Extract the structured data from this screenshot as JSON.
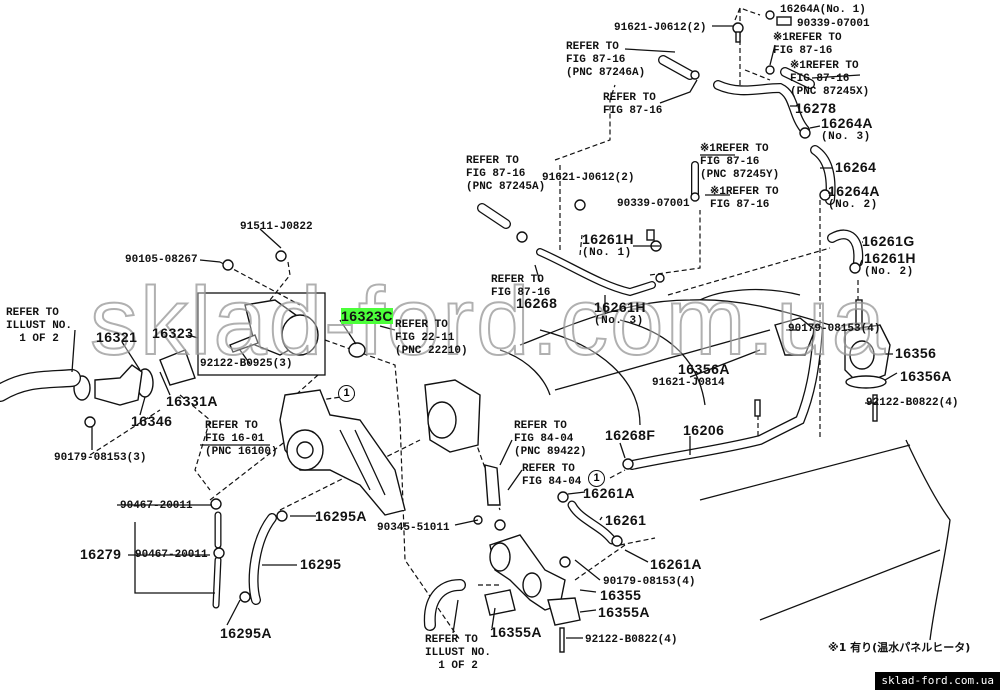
{
  "watermark": "sklad-ford.com.ua",
  "site_badge": "sklad-ford.com.ua",
  "footnote": "※1 有り(温水パネルヒータ)",
  "circle_marker": "1",
  "highlight_color": "#4cff3a",
  "callouts": [
    {
      "lines": [
        "16264A(No. 1)"
      ],
      "part": true
    },
    {
      "lines": [
        "90339-07001"
      ],
      "part": true
    },
    {
      "lines": [
        "91621-J0612(2)"
      ],
      "part": true
    },
    {
      "lines": [
        "※1REFER TO",
        "FIG 87-16"
      ],
      "part": false
    },
    {
      "lines": [
        "REFER TO",
        "FIG 87-16",
        "(PNC 87246A)"
      ],
      "part": false
    },
    {
      "lines": [
        "※1REFER TO",
        "FIG 87-16",
        "(PNC 87245X)"
      ],
      "part": false
    },
    {
      "lines": [
        "REFER TO",
        "FIG 87-16"
      ],
      "part": false
    },
    {
      "lines": [
        "16278"
      ],
      "part": true
    },
    {
      "lines": [
        "16264A",
        "(No. 3)"
      ],
      "part": true
    },
    {
      "lines": [
        "※1REFER TO",
        "FIG 87-16",
        "(PNC 87245Y)"
      ],
      "part": false
    },
    {
      "lines": [
        "16264"
      ],
      "part": true
    },
    {
      "lines": [
        "REFER TO",
        "FIG 87-16",
        "(PNC 87245A)"
      ],
      "part": false
    },
    {
      "lines": [
        "91621-J0612(2)"
      ],
      "part": true
    },
    {
      "lines": [
        "90339-07001"
      ],
      "part": true
    },
    {
      "lines": [
        "※1REFER TO",
        "FIG 87-16"
      ],
      "part": false
    },
    {
      "lines": [
        "16264A",
        "(No. 2)"
      ],
      "part": true
    },
    {
      "lines": [
        "91511-J0822"
      ],
      "part": true
    },
    {
      "lines": [
        "16261G"
      ],
      "part": true
    },
    {
      "lines": [
        "16261H",
        "(No. 1)"
      ],
      "part": true
    },
    {
      "lines": [
        "90105-08267"
      ],
      "part": true
    },
    {
      "lines": [
        "16261H",
        "(No. 2)"
      ],
      "part": true
    },
    {
      "lines": [
        "REFER TO",
        "FIG 87-16"
      ],
      "part": false
    },
    {
      "lines": [
        "16268"
      ],
      "part": true
    },
    {
      "lines": [
        "16261H",
        "(No. 3)"
      ],
      "part": true
    },
    {
      "lines": [
        "REFER TO",
        "ILLUST NO.",
        "  1 OF 2"
      ],
      "part": false
    },
    {
      "lines": [
        "16323C"
      ],
      "part": true,
      "highlight": true
    },
    {
      "lines": [
        "REFER TO",
        "FIG 22-11",
        "(PNC 22210)"
      ],
      "part": false
    },
    {
      "lines": [
        "16321"
      ],
      "part": true
    },
    {
      "lines": [
        "16323"
      ],
      "part": true
    },
    {
      "lines": [
        "92122-B0925(3)"
      ],
      "part": true
    },
    {
      "lines": [
        "16356A"
      ],
      "part": true
    },
    {
      "lines": [
        "90179-08153(4)"
      ],
      "part": true
    },
    {
      "lines": [
        "16356"
      ],
      "part": true
    },
    {
      "lines": [
        "16356A"
      ],
      "part": true
    },
    {
      "lines": [
        "91621-J0814"
      ],
      "part": true
    },
    {
      "lines": [
        "16331A"
      ],
      "part": true
    },
    {
      "lines": [
        "16346"
      ],
      "part": true
    },
    {
      "lines": [
        "92122-B0822(4)"
      ],
      "part": true
    },
    {
      "lines": [
        "REFER TO",
        "FIG 16-01",
        "(PNC 16100)"
      ],
      "part": false
    },
    {
      "lines": [
        "REFER TO",
        "FIG 84-04",
        "(PNC 89422)"
      ],
      "part": false
    },
    {
      "lines": [
        "16206"
      ],
      "part": true
    },
    {
      "lines": [
        "16268F"
      ],
      "part": true
    },
    {
      "lines": [
        "90179-08153(3)"
      ],
      "part": true
    },
    {
      "lines": [
        "REFER TO",
        "FIG 84-04"
      ],
      "part": false
    },
    {
      "lines": [
        "16261A"
      ],
      "part": true
    },
    {
      "lines": [
        "90467-20011"
      ],
      "part": true
    },
    {
      "lines": [
        "16295A"
      ],
      "part": true
    },
    {
      "lines": [
        "90345-51011"
      ],
      "part": true
    },
    {
      "lines": [
        "16261"
      ],
      "part": true
    },
    {
      "lines": [
        "16279"
      ],
      "part": true
    },
    {
      "lines": [
        "90467-20011"
      ],
      "part": true
    },
    {
      "lines": [
        "16261A"
      ],
      "part": true
    },
    {
      "lines": [
        "16295"
      ],
      "part": true
    },
    {
      "lines": [
        "90179-08153(4)"
      ],
      "part": true
    },
    {
      "lines": [
        "16355"
      ],
      "part": true
    },
    {
      "lines": [
        "16295A"
      ],
      "part": true
    },
    {
      "lines": [
        "16355A"
      ],
      "part": true
    },
    {
      "lines": [
        "16355A"
      ],
      "part": true
    },
    {
      "lines": [
        "REFER TO",
        "ILLUST NO.",
        "  1 OF 2"
      ],
      "part": false
    },
    {
      "lines": [
        "92122-B0822(4)"
      ],
      "part": true
    }
  ]
}
